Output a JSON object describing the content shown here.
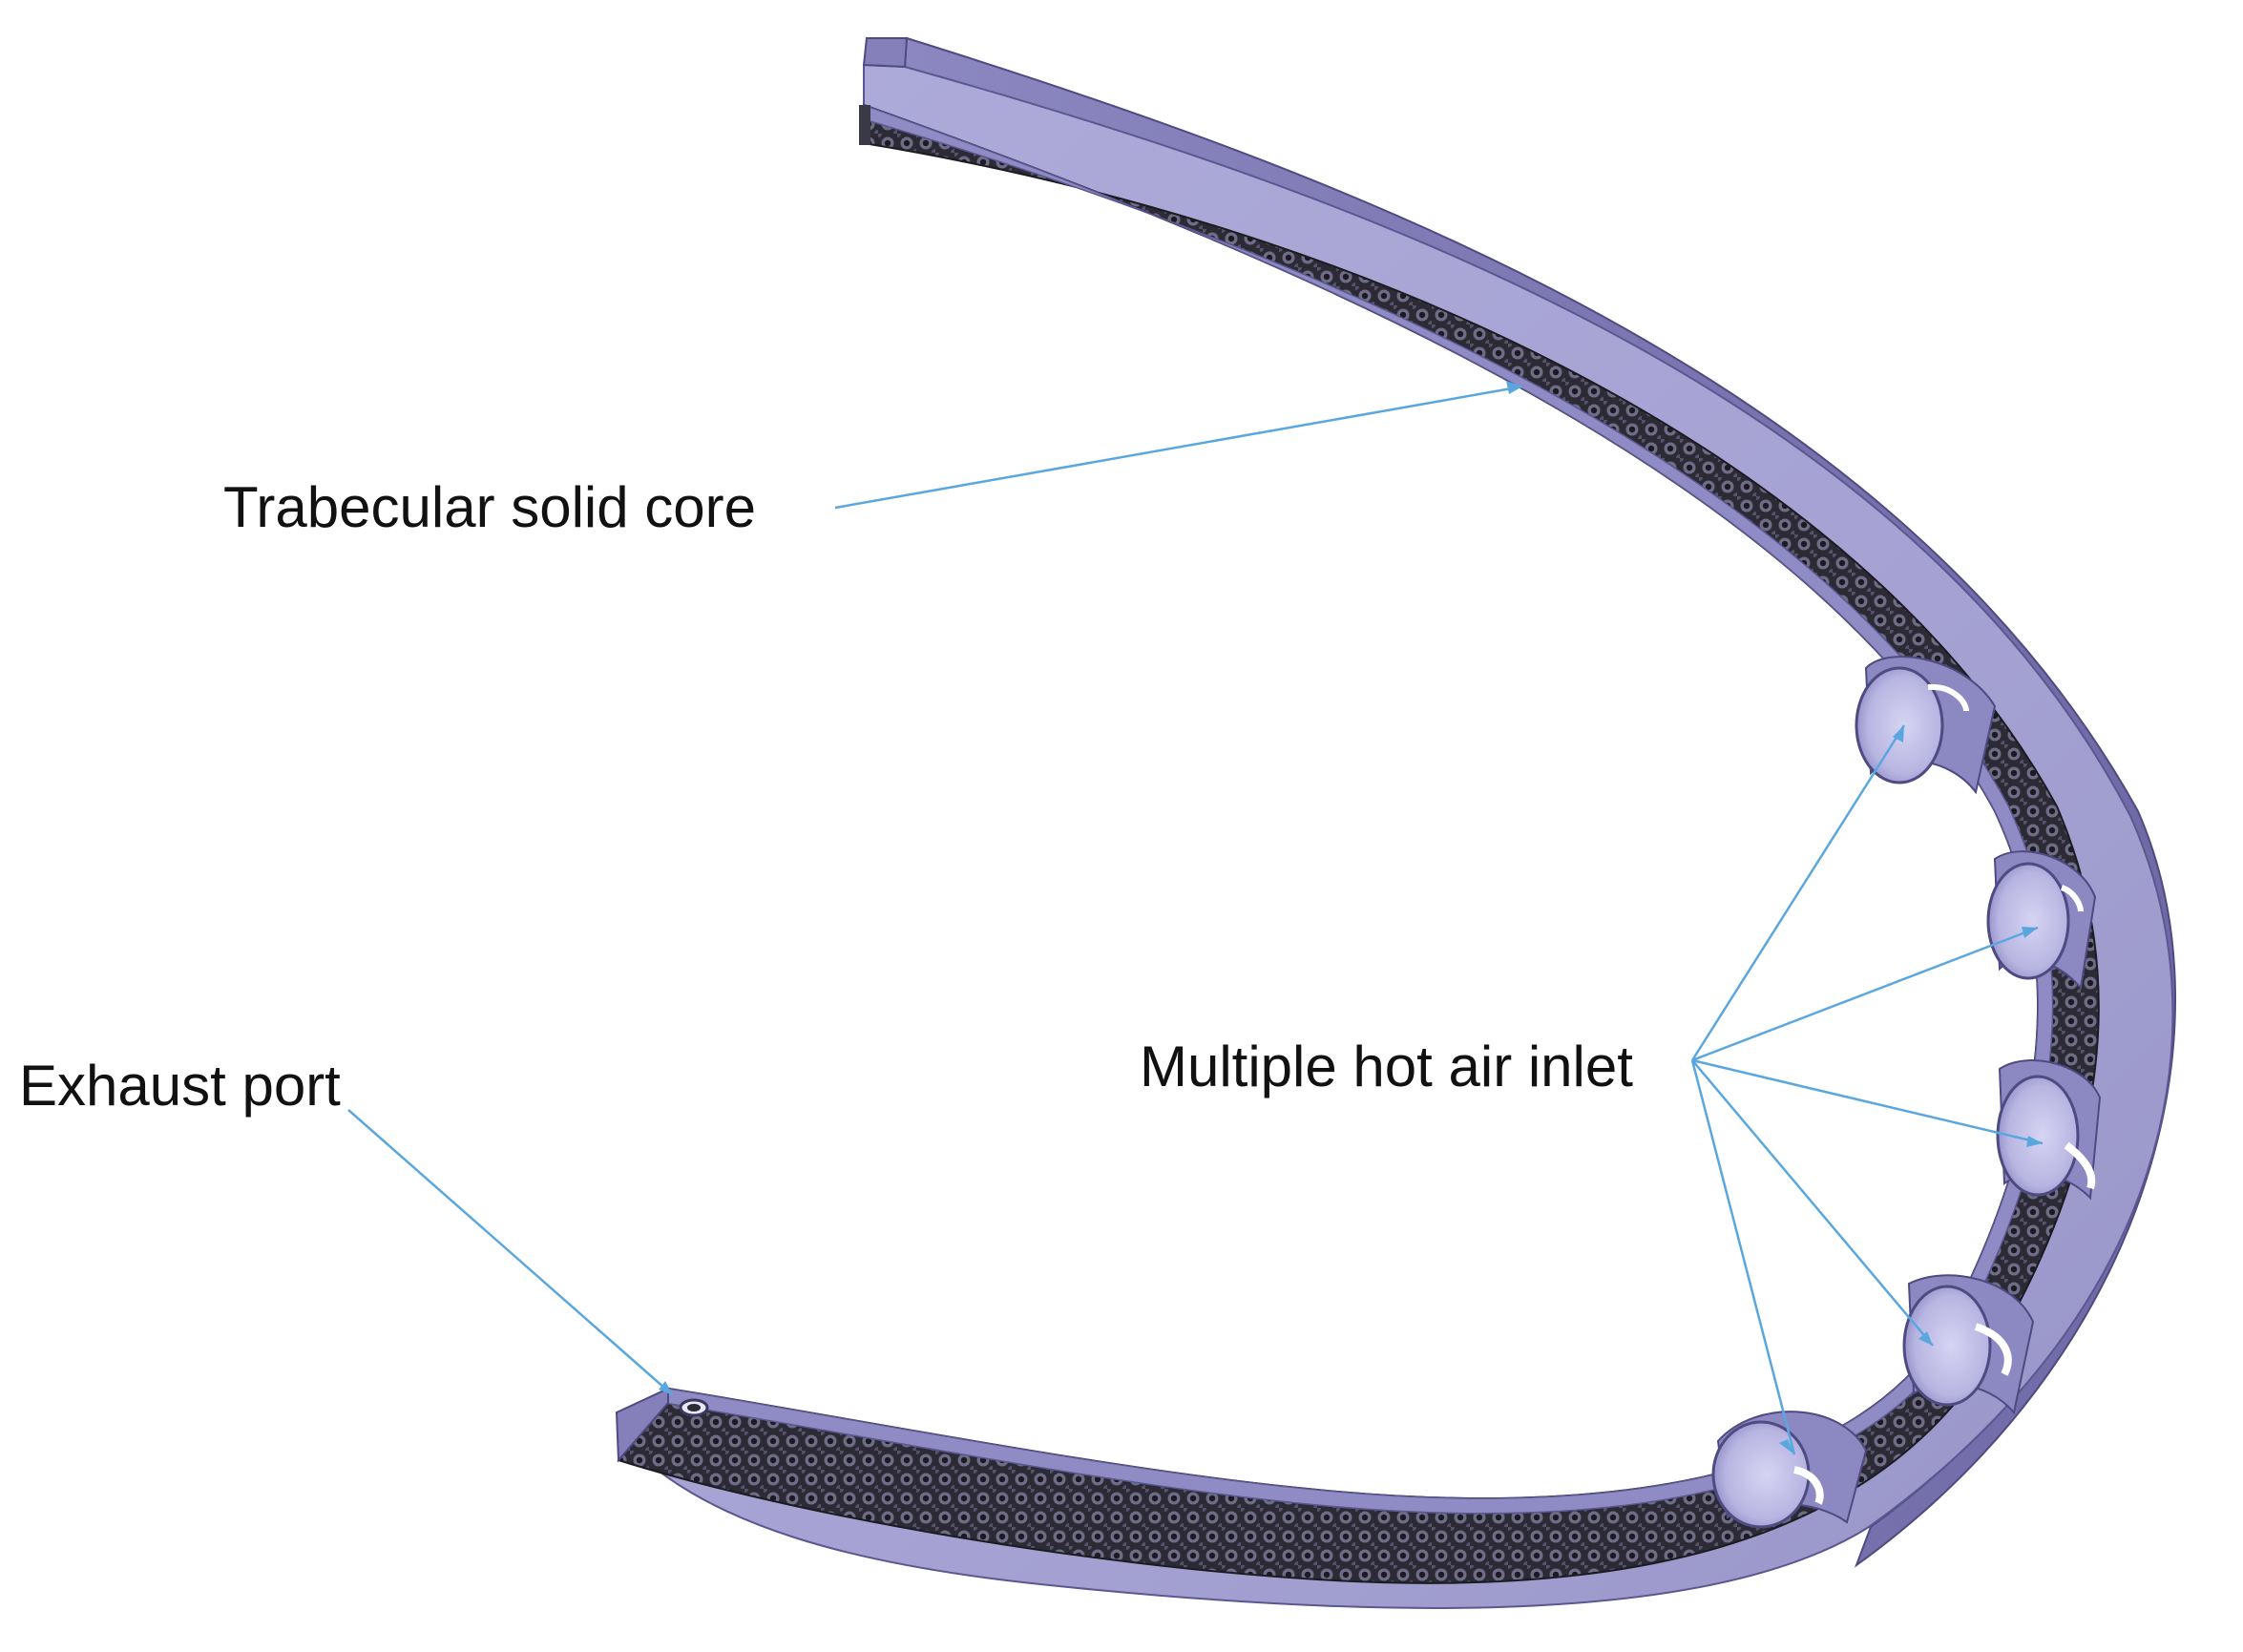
{
  "labels": {
    "trabecular_core": "Trabecular solid core",
    "hot_air_inlet": "Multiple hot air inlet",
    "exhaust_port": "Exhaust port"
  },
  "colors": {
    "duct_top": "#a9a6d6",
    "duct_side": "#8580ba",
    "duct_edge": "#5b5790",
    "core_dark": "#2c2b35",
    "core_cell": "#6e6c86",
    "inlet_inner": "#c4c2e8",
    "leader_line": "#5aa7e0"
  },
  "inlet_count": 5
}
